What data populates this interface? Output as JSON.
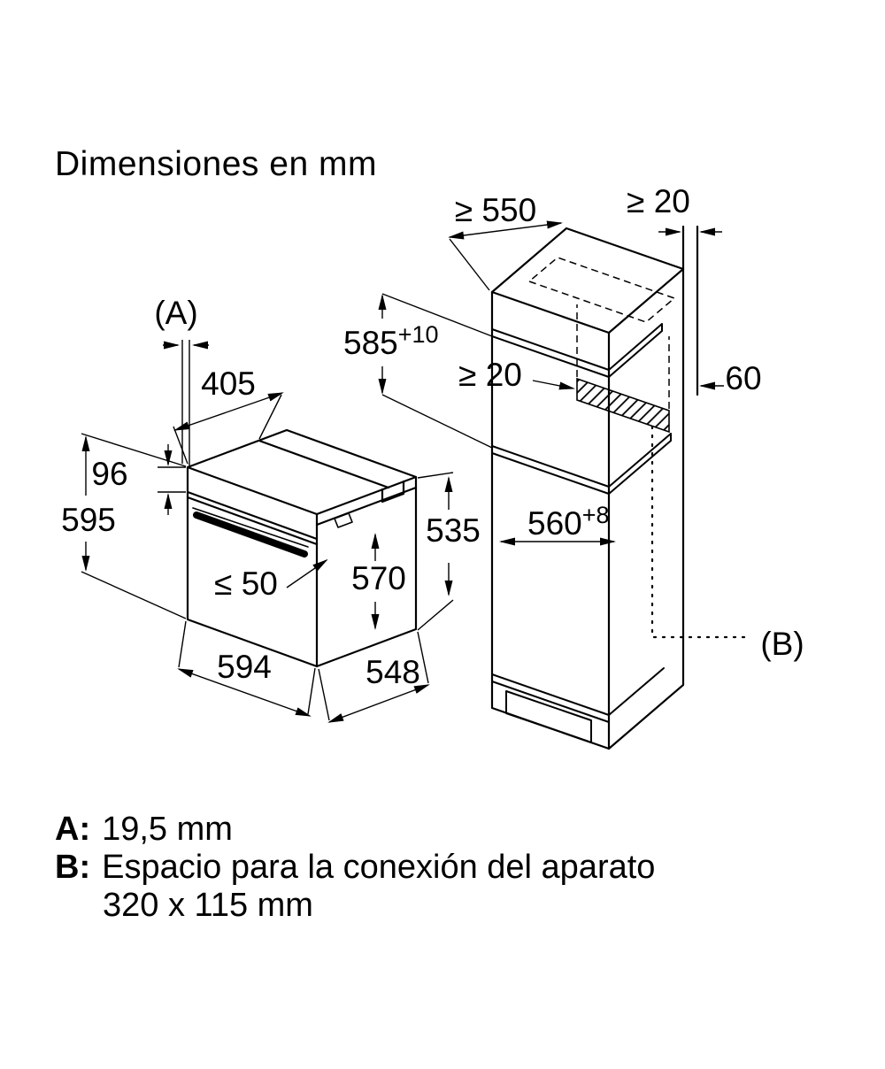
{
  "title": "Dimensiones en mm",
  "oven": {
    "marker_a": "(A)",
    "dim_top_depth": "405",
    "dim_panel_height": "96",
    "dim_height": "595",
    "dim_right_height": "535",
    "dim_door_gap": "≤ 50",
    "dim_depth_body": "570",
    "dim_width": "594",
    "dim_depth_total": "548"
  },
  "cabinet": {
    "dim_min_depth": "≥ 550",
    "dim_rear_gap_top": "≥ 20",
    "dim_niche_height": "585",
    "dim_niche_height_tol": "+10",
    "dim_vent_gap": "≥ 20",
    "dim_vent_depth": "60",
    "dim_niche_depth": "560",
    "dim_niche_depth_tol": "+8",
    "marker_b": "(B)"
  },
  "legend": {
    "a_key": "A:",
    "a_text": "19,5 mm",
    "b_key": "B:",
    "b_text": "Espacio para la conexión del aparato",
    "b_text_line2": "320 x 115 mm"
  }
}
